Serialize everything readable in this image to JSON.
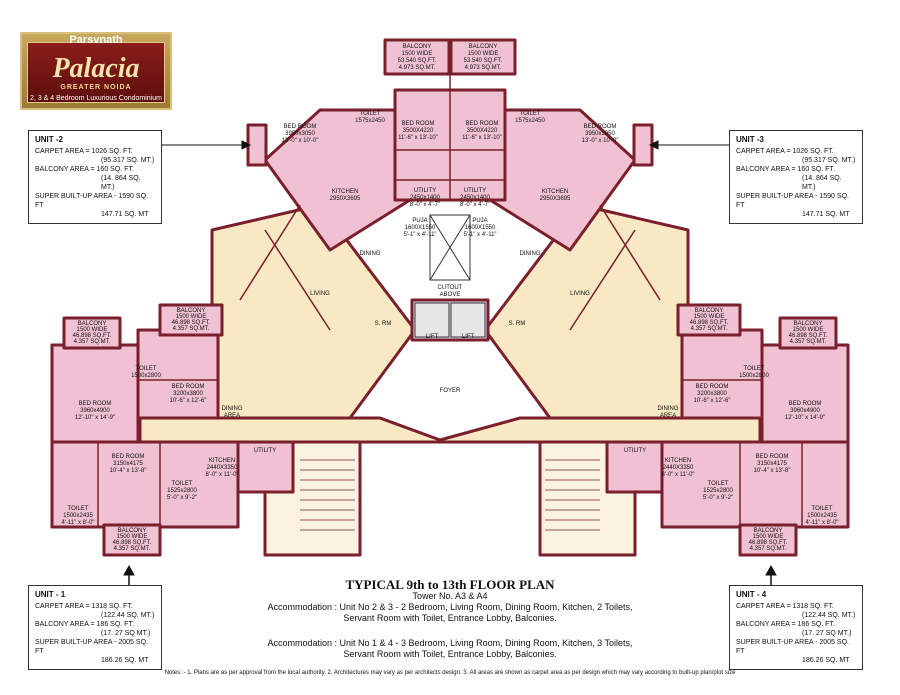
{
  "logo": {
    "brand": "Parsvnath",
    "name": "Palacia",
    "city": "GREATER NOIDA",
    "tagline": "2, 3 & 4 Bedroom Luxurious Condominium"
  },
  "units": {
    "unit2": {
      "title": "UNIT -2",
      "carpet": "CARPET AREA = 1026 SQ. FT.",
      "carpet_mt": "(95.317 SQ. MT.)",
      "balcony": "BALCONY AREA = 160 SQ. FT.",
      "balcony_mt": "(14. 864 SQ. MT.)",
      "super": "SUPER BUILT-UP AREA - 1590 SQ. FT",
      "super_mt": "147.71 SQ. MT"
    },
    "unit3": {
      "title": "UNIT -3",
      "carpet": "CARPET AREA = 1026 SQ. FT.",
      "carpet_mt": "(95.317 SQ. MT.)",
      "balcony": "BALCONY AREA = 160 SQ. FT.",
      "balcony_mt": "(14. 864 SQ. MT.)",
      "super": "SUPER BUILT-UP AREA - 1590 SQ. FT",
      "super_mt": "147.71 SQ. MT"
    },
    "unit1": {
      "title": "UNIT - 1",
      "carpet": "CARPET AREA = 1318 SQ. FT.",
      "carpet_mt": "(122.44 SQ. MT.)",
      "balcony": "BALCONY AREA = 186 SQ. FT.",
      "balcony_mt": "(17. 27 SQ MT.)",
      "super": "SUPER BUILT-UP AREA - 2005 SQ. FT",
      "super_mt": "186.26 SQ. MT"
    },
    "unit4": {
      "title": "UNIT - 4",
      "carpet": "CARPET AREA = 1318 SQ. FT.",
      "carpet_mt": "(122.44 SQ. MT.)",
      "balcony": "BALCONY AREA = 186 SQ. FT.",
      "balcony_mt": "(17. 27 SQ MT.)",
      "super": "SUPER BUILT-UP AREA - 2005 SQ. FT",
      "super_mt": "186.26 SQ. MT"
    }
  },
  "plan": {
    "title": "TYPICAL 9th to 13th FLOOR PLAN",
    "tower": "Tower No. A3 & A4",
    "accommodation_1": "Accommodation : Unit No 2 & 3 - 2 Bedroom, Living Room, Dining Room, Kitchen, 2 Toilets,",
    "accommodation_1b": "Servant Room with Toilet, Entrance Lobby, Balconies.",
    "accommodation_2": "Accommodation : Unit No 1 & 4 - 3 Bedroom, Living Room, Dining Room, Kitchen, 3 Toilets,",
    "accommodation_2b": "Servant Room with Toilet, Entrance Lobby, Balconies."
  },
  "notes": "Notes :- 1. Plans are as per approval from the local authority. 2. Architectures may vary as per architects design. 3. All areas are shown as carpet area as per design which may vary according to built-up plan/plot size",
  "labels": {
    "balcony_top": [
      "BALCONY",
      "1500 WIDE",
      "53.540 SQ.FT.",
      "4.973 SQ.MT."
    ],
    "balcony_side": [
      "BALCONY",
      "1500 WIDE",
      "46.898 SQ.FT.",
      "4.357 SQ.MT."
    ],
    "bed_top": [
      "BED ROOM",
      "3500X4220",
      "11'-6\" x 13'-10\""
    ],
    "bed_2": [
      "BED ROOM",
      "3950x3050",
      "13'-0\" x 10'-0\""
    ],
    "toilet_a": [
      "TOILET",
      "1575x2450"
    ],
    "kitchen_2": [
      "KITCHEN",
      "2950X3695"
    ],
    "utility_top": [
      "UTILITY",
      "2450x1400",
      "8'-0\" x 4'-7\""
    ],
    "puja": [
      "PUJA",
      "1600X1550",
      "5'-1\" x 4'-11\""
    ],
    "cutout": [
      "CUTOUT",
      "ABOVE"
    ],
    "lift": "LIFT",
    "lobby": "FOYER",
    "living": "LIVING",
    "dining": "DINING",
    "dining_area": [
      "DINING",
      "AREA"
    ],
    "utility": "UTILITY",
    "s_rm": "S. RM",
    "bed_big": [
      "BED ROOM",
      "3960x4900",
      "12'-10\" x 14'-9\""
    ],
    "bed_med": [
      "BED ROOM",
      "3200x3800",
      "10'-6\" x 12'-6\""
    ],
    "bed_small": [
      "BED ROOM",
      "3150x4175",
      "10'-4\" x 13'-8\""
    ],
    "kitchen_1": [
      "KITCHEN",
      "2440X3350",
      "8'-0\" x 11'-0\""
    ],
    "toilet_b": [
      "TOILET",
      "1525x2800",
      "5'-0\" x 9'-2\""
    ],
    "toilet_c": [
      "TOILET",
      "1500x2435",
      "4'-11\" x 8'-0\""
    ],
    "toilet_d": [
      "TOILET",
      "1500x2800"
    ]
  },
  "colors": {
    "pink": "#efc1d2",
    "beige": "#f8e8c4",
    "lavender": "#dcd4ec",
    "blue": "#c4d4ec",
    "wall": "#7a1f2b",
    "stair": "#fbf3df",
    "logo_maroon": "#7a1411",
    "logo_gold": "#c8a85c"
  }
}
